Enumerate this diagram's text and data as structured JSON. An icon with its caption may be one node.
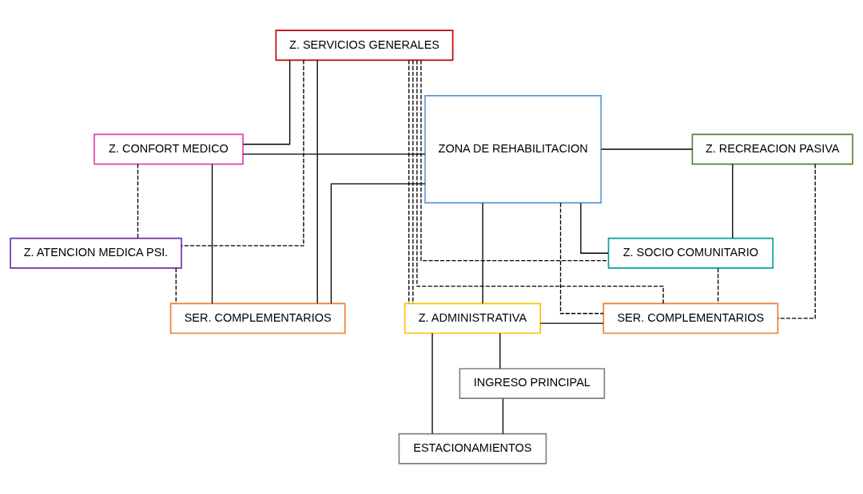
{
  "diagram": {
    "nodes": [
      {
        "text": [
          "Z. SERVICIOS GENERALES"
        ]
      },
      {
        "text": [
          "Z. CONFORT MEDICO"
        ]
      },
      {
        "text": [
          "ZONA DE REHABILITACION"
        ]
      },
      {
        "text": [
          "Z. RECREACION PASIVA"
        ]
      },
      {
        "text": [
          "Z. ATENCION MEDICA PSI."
        ]
      },
      {
        "text": [
          "Z. SOCIO COMUNITARIO"
        ]
      },
      {
        "text": [
          "SER. COMPLEMENTARIOS"
        ]
      },
      {
        "text": [
          "Z. ADMINISTRATIVA"
        ]
      },
      {
        "text": [
          "SER. COMPLEMENTARIOS"
        ]
      },
      {
        "text": [
          "INGRESO PRINCIPAL"
        ]
      },
      {
        "text": [
          "ESTACIONAMIENTOS"
        ]
      }
    ],
    "edges": [
      {
        "from": 0,
        "to": 1,
        "arrow": "none"
      },
      {
        "from": 0,
        "to": 6,
        "arrow": "none"
      },
      {
        "from": 0,
        "to": 4,
        "arrow": "none",
        "style": "dashed"
      },
      {
        "from": 0,
        "to": 7,
        "arrow": "none",
        "style": "dashed"
      },
      {
        "from": 0,
        "to": 7,
        "arrow": "none",
        "style": "dashed"
      },
      {
        "from": 0,
        "to": 5,
        "arrow": "none",
        "style": "dashed"
      },
      {
        "from": 0,
        "to": 8,
        "arrow": "none",
        "style": "dashed"
      },
      {
        "from": 1,
        "to": 2,
        "arrow": "none"
      },
      {
        "from": 1,
        "to": 6,
        "arrow": "none"
      },
      {
        "from": 1,
        "to": 4,
        "arrow": "none",
        "style": "dashed"
      },
      {
        "from": 4,
        "to": 6,
        "arrow": "none",
        "style": "dashed"
      },
      {
        "from": 6,
        "to": 2,
        "arrow": "none"
      },
      {
        "from": 2,
        "to": 7,
        "arrow": "none"
      },
      {
        "from": 2,
        "to": 8,
        "arrow": "none",
        "style": "dashed"
      },
      {
        "from": 2,
        "to": 3,
        "arrow": "none"
      },
      {
        "from": 2,
        "to": 5,
        "arrow": "none"
      },
      {
        "from": 3,
        "to": 5,
        "arrow": "none"
      },
      {
        "from": 3,
        "to": 8,
        "arrow": "none",
        "style": "dashed"
      },
      {
        "from": 5,
        "to": 8,
        "arrow": "none",
        "style": "dashed"
      },
      {
        "from": 7,
        "to": 8,
        "arrow": "none"
      },
      {
        "from": 7,
        "to": 9,
        "arrow": "none"
      },
      {
        "from": 7,
        "to": 10,
        "arrow": "none"
      },
      {
        "from": 9,
        "to": 10,
        "arrow": "none"
      }
    ]
  }
}
